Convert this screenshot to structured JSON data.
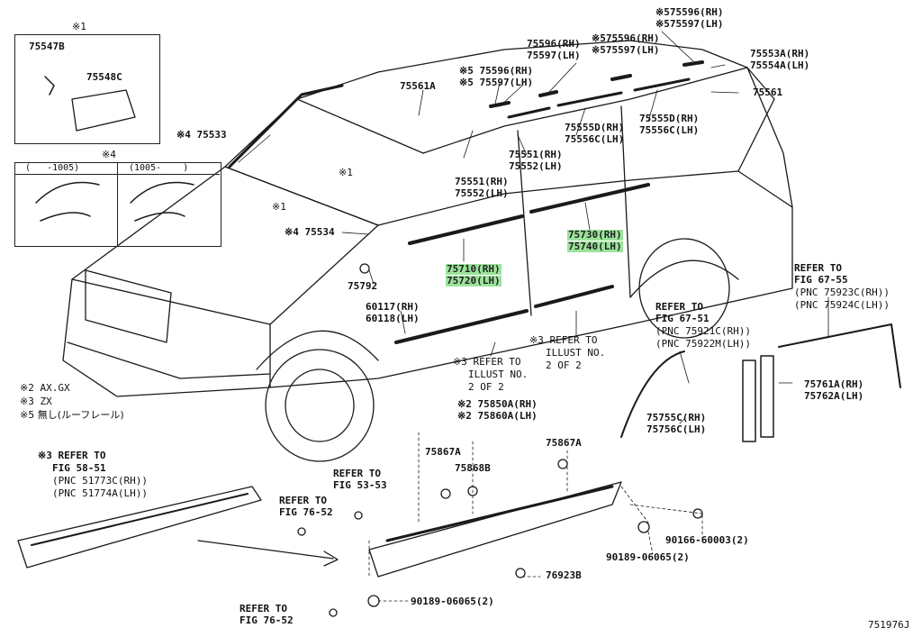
{
  "diagram_id": "751976J",
  "inset1": {
    "mark": "※1",
    "part_a": "75547B",
    "part_b": "75548C"
  },
  "inset4": {
    "mark": "※4",
    "col_left": "(   -1005)",
    "col_right": "(1005-    )"
  },
  "notes": [
    {
      "mark": "※2",
      "text": "AX.GX"
    },
    {
      "mark": "※3",
      "text": "ZX"
    },
    {
      "mark": "※5",
      "text": "無し(ルーフレール)"
    }
  ],
  "callouts": {
    "c75596_top_rh": "※575596(RH)",
    "c75597_top_lh": "※575597(LH)",
    "c75596_rh": "75596(RH)",
    "c75597_lh": "75597(LH)",
    "c75596_mid_rh": "※575596(RH)",
    "c75597_mid_lh": "※575597(LH)",
    "c75553a": "75553A(RH)",
    "c75554a": "75554A(LH)",
    "c75561a": "75561A",
    "c75596_lft_rh": "※5 75596(RH)",
    "c75597_lft_lh": "※5 75597(LH)",
    "c75561": "75561",
    "c75533": "※4 75533",
    "c75555d_top": "75555D(RH)",
    "c75556c_top": "75556C(LH)",
    "c75555d": "75555D(RH)",
    "c75556c": "75556C(LH)",
    "c75551_a": "75551(RH)",
    "c75552_a": "75552(LH)",
    "c75551_b": "75551(RH)",
    "c75552_b": "75552(LH)",
    "c_mark1_a": "※1",
    "c_mark1_b": "※1",
    "c75534": "※4 75534",
    "c75730": "75730(RH)",
    "c75740": "75740(LH)",
    "c75710": "75710(RH)",
    "c75720": "75720(LH)",
    "c75792": "75792",
    "c60117": "60117(RH)",
    "c60118": "60118(LH)",
    "ref_illust_a": [
      "※3 REFER TO",
      "ILLUST NO.",
      "2 OF 2"
    ],
    "ref_illust_b": [
      "※3 REFER TO",
      "ILLUST NO.",
      "2 OF 2"
    ],
    "ref_fig_6755": [
      "REFER TO",
      "FIG 67-55",
      "(PNC 75923C(RH))",
      "(PNC 75924C(LH))"
    ],
    "ref_fig_6751": [
      "REFER TO",
      "FIG 67-51",
      "(PNC 75921C(RH))",
      "(PNC 75922M(LH))"
    ],
    "c75761a": "75761A(RH)",
    "c75762a": "75762A(LH)",
    "c75755c": "75755C(RH)",
    "c75756c": "75756C(LH)",
    "ref_fig_5851": [
      "※3 REFER TO",
      "FIG 58-51",
      "(PNC 51773C(RH))",
      "(PNC 51774A(LH))"
    ],
    "c75850a": "※2 75850A(RH)",
    "c75860a": "※2 75860A(LH)",
    "c75867a_a": "75867A",
    "c75867a_b": "75867A",
    "c75868b": "75868B",
    "ref_fig_5353": [
      "REFER TO",
      "FIG 53-53"
    ],
    "ref_fig_7652_a": [
      "REFER TO",
      "FIG 76-52"
    ],
    "ref_fig_7652_b": [
      "REFER TO",
      "FIG 76-52"
    ],
    "c90166": "90166-60003(2)",
    "c90189_a": "90189-06065(2)",
    "c90189_b": "90189-06065(2)",
    "c76923b": "76923B"
  },
  "colors": {
    "highlight": "#9be39b",
    "line": "#1a1a1a"
  }
}
